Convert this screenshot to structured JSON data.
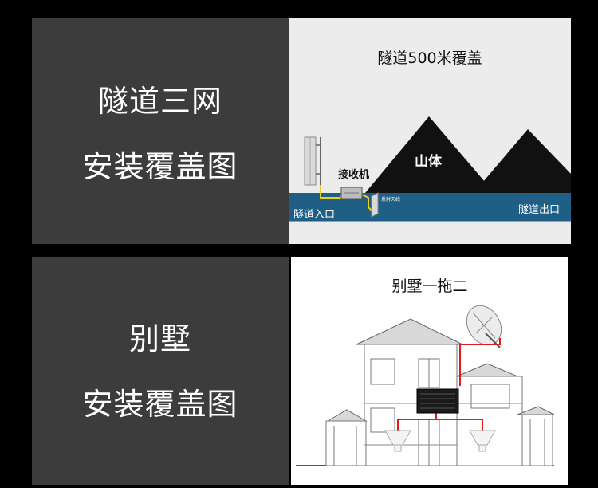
{
  "tunnel": {
    "title_line1": "隧道三网",
    "title_line2": "安装覆盖图",
    "diagram_title": "隧道500米覆盖",
    "mountain_label": "山体",
    "receiver_label": "接收机",
    "transmit_antenna_label": "发射天线",
    "entrance_label": "隧道入口",
    "exit_label": "隧道出口"
  },
  "villa": {
    "title_line1": "别墅",
    "title_line2": "安装覆盖图",
    "diagram_title": "别墅一拖二"
  },
  "colors": {
    "panel_bg": "#3c3c3c",
    "tunnel_water": "#1f5f86",
    "mountain": "#111111",
    "cable_red": "#e01b1b",
    "cable_yellow": "#e6d21c"
  }
}
